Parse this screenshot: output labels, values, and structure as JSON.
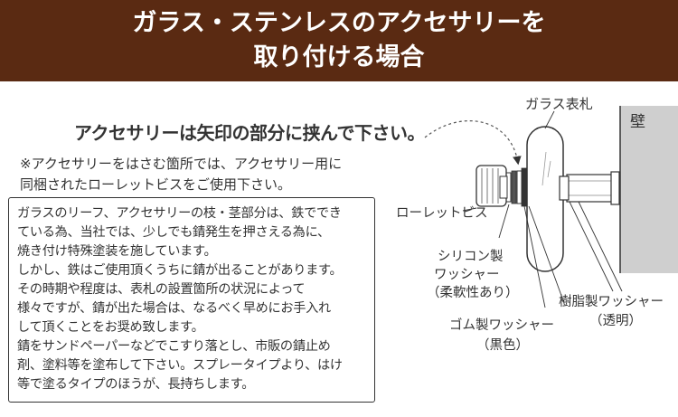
{
  "banner": {
    "title_line1": "ガラス・ステンレスのアクセサリーを",
    "title_line2": "取り付ける場合"
  },
  "headline": "アクセサリーは矢印の部分に挟んで下さい。",
  "note": {
    "line1": "※アクセサリーをはさむ箇所では、アクセサリー用に",
    "line2": "同梱されたローレットビスをご使用下さい。"
  },
  "infobox": {
    "lines": [
      "ガラスのリーフ、アクセサリーの枝・茎部分は、鉄ででき",
      "ている為、当社では、少しでも錆発生を押さえる為に、",
      "焼き付け特殊塗装を施しています。",
      "しかし、鉄はご使用頂くうちに錆が出ることがあります。",
      "その時期や程度は、表札の設置箇所の状況によって",
      "様々ですが、錆が出た場合は、なるべく早めにお手入れ",
      "して頂くことをお奨め致します。",
      "錆をサンドペーパーなどでこすり落とし、市販の錆止め",
      "剤、塗料等を塗布して下さい。スプレータイプより、はけ",
      "等で塗るタイプのほうが、長持ちします。"
    ]
  },
  "diagram": {
    "label_glass_plate": "ガラス表札",
    "label_wall": "壁",
    "label_knurled_screw": "ローレットビス",
    "label_silicone_1": "シリコン製",
    "label_silicone_2": "ワッシャー",
    "label_silicone_3": "（柔軟性あり）",
    "label_rubber_1": "ゴム製ワッシャー",
    "label_rubber_2": "（黒色）",
    "label_resin_1": "樹脂製ワッシャー",
    "label_resin_2": "（透明）"
  },
  "colors": {
    "banner_bg": "#5a2a12",
    "banner_text": "#ffffff",
    "wall_fill": "#cfcfcf",
    "line": "#333333"
  }
}
